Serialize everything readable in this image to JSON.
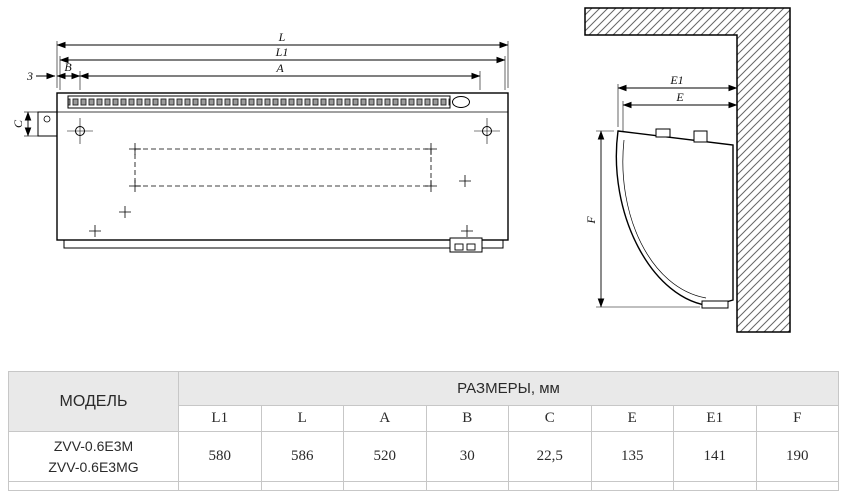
{
  "front_view": {
    "dims": {
      "l": "L",
      "l1": "L1",
      "a": "A",
      "b": "B",
      "c": "C",
      "gap": "3"
    }
  },
  "side_view": {
    "dims": {
      "e1": "E1",
      "e": "E",
      "f": "F"
    }
  },
  "table": {
    "model_header": "МОДЕЛЬ",
    "sizes_header": "РАЗМЕРЫ, мм",
    "columns": [
      "L1",
      "L",
      "A",
      "B",
      "C",
      "E",
      "E1",
      "F"
    ],
    "model_lines": [
      "ZVV-0.6E3M",
      "ZVV-0.6E3MG"
    ],
    "values": [
      "580",
      "586",
      "520",
      "30",
      "22,5",
      "135",
      "141",
      "190"
    ]
  }
}
